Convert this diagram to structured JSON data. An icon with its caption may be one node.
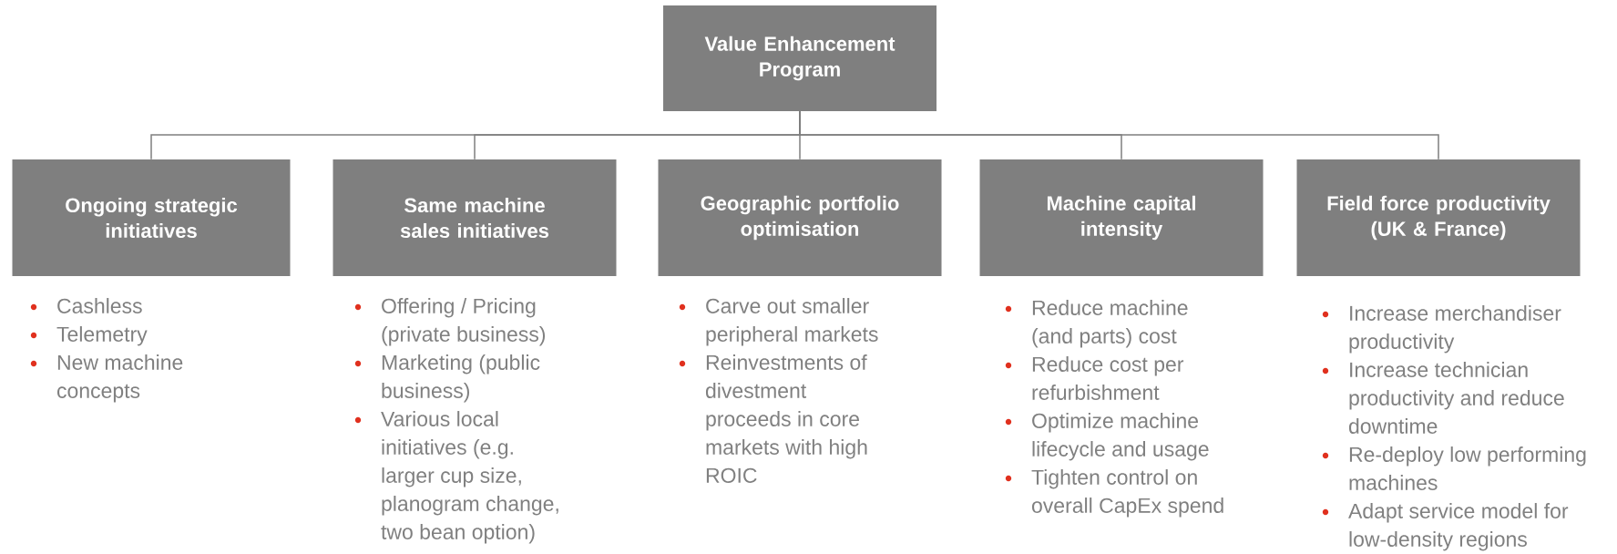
{
  "diagram": {
    "nodes": [
      {
        "text": [
          "Value Enhancement Program"
        ]
      },
      {
        "text": [
          "Ongoing strategic initiatives"
        ],
        "beside": [
          "Cashless",
          "Telemetry",
          "New machine concepts"
        ]
      },
      {
        "text": [
          "Same machine sales initiatives"
        ],
        "beside": [
          "Offering / Pricing (private business)",
          "Marketing (public business)",
          "Various local initiatives (e.g. larger cup size, planogram change, two bean option)"
        ]
      },
      {
        "text": [
          "Geographic portfolio optimisation"
        ],
        "beside": [
          "Carve out smaller peripheral markets",
          "Reinvestments of divestment proceeds in core markets with high ROIC"
        ]
      },
      {
        "text": [
          "Machine capital intensity"
        ],
        "beside": [
          "Reduce machine (and parts) cost",
          "Reduce cost per refurbishment",
          "Optimize machine lifecycle and usage",
          "Tighten control on overall CapEx spend"
        ]
      },
      {
        "text": [
          "Field force productivity (UK & France)"
        ],
        "beside": [
          "Increase merchandiser productivity",
          "Increase technician productivity and reduce downtime",
          "Re-deploy low performing machines",
          "Adapt service model for low-density regions"
        ]
      }
    ],
    "edges": [
      {
        "from": 0,
        "to": 1,
        "arrow": "none"
      },
      {
        "from": 0,
        "to": 2,
        "arrow": "none"
      },
      {
        "from": 0,
        "to": 3,
        "arrow": "none"
      },
      {
        "from": 0,
        "to": 4,
        "arrow": "none"
      },
      {
        "from": 0,
        "to": 5,
        "arrow": "none"
      }
    ]
  }
}
